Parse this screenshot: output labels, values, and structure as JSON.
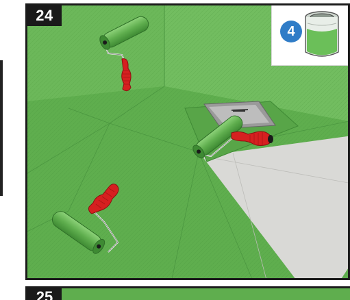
{
  "steps": {
    "current": "24",
    "next": "25"
  },
  "product": {
    "coat_number": "4",
    "icon": "paint-can-icon",
    "color": "#6bbf59"
  },
  "colors": {
    "membrane_green": "#5fae4e",
    "tile_grey": "#d9d9d6",
    "roller_handle_red": "#d62020",
    "badge_blue": "#2f7cc7"
  }
}
